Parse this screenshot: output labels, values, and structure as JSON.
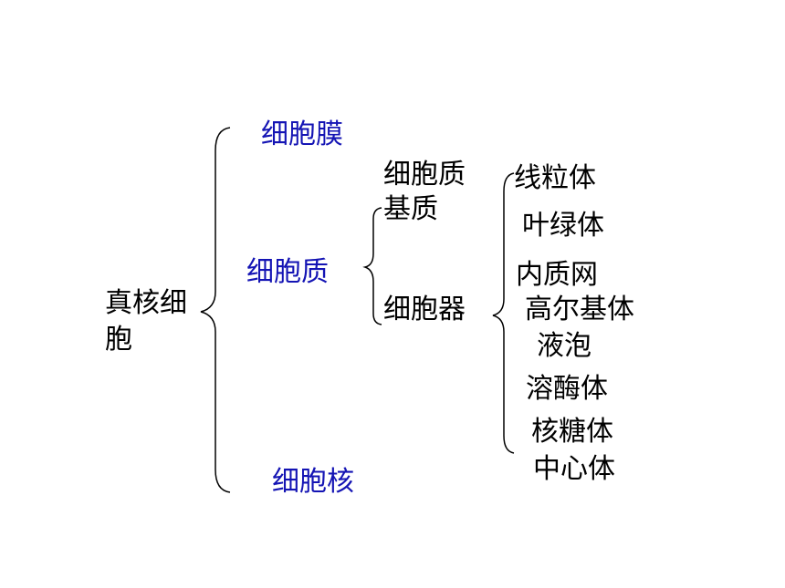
{
  "root": {
    "line1": "真核细",
    "line2": "胞"
  },
  "level1": {
    "membrane": "细胞膜",
    "cytoplasm": "细胞质",
    "nucleus": "细胞核"
  },
  "level2": {
    "matrix_line1": "细胞质",
    "matrix_line2": "基质",
    "organelles": "细胞器"
  },
  "organelles": [
    "线粒体",
    "叶绿体",
    "内质网",
    "高尔基体",
    "液泡",
    "溶酶体",
    "核糖体",
    "中心体"
  ],
  "colors": {
    "branch_text": "#1414b4",
    "text": "#000000",
    "brace": "#000000"
  }
}
